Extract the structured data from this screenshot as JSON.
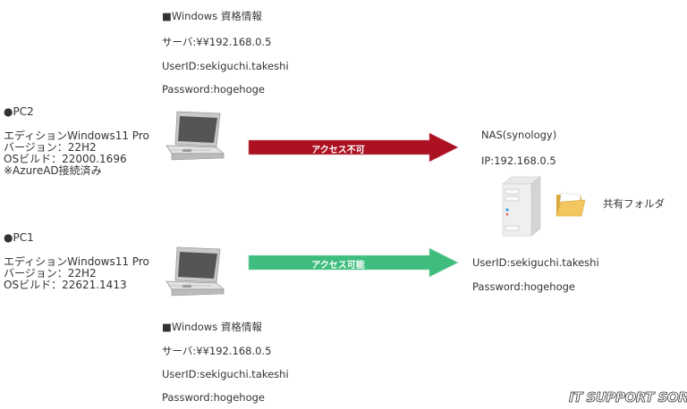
{
  "top_credentials": {
    "title": "■Windows 資格情報",
    "server": "サーバ:¥¥192.168.0.5",
    "user_id": "UserID:sekiguchi.takeshi",
    "password": "Password:hogehoge"
  },
  "bottom_credentials": {
    "title": "■Windows 資格情報",
    "server": "サーバ:¥¥192.168.0.5",
    "user_id": "UserID:sekiguchi.takeshi",
    "password": "Password:hogehoge"
  },
  "pc2": {
    "heading": "●PC2",
    "lines": [
      "エディションWindows11 Pro",
      "バージョン：22H2",
      "OSビルド：22000.1696",
      "※AzureAD接続済み"
    ],
    "icon": "laptop-icon"
  },
  "pc1": {
    "heading": "●PC1",
    "lines": [
      "エディションWindows11 Pro",
      "バージョン：22H2",
      "OSビルド：22621.1413"
    ],
    "icon": "laptop-icon"
  },
  "arrows": {
    "pc2_to_nas": {
      "label": "アクセス不可",
      "color": "#ab1121"
    },
    "pc1_to_nas": {
      "label": "アクセス可能",
      "color": "#3ebd7e"
    }
  },
  "nas": {
    "name": "NAS(synology)",
    "ip": "IP:192.168.0.5",
    "server_icon": "server-icon",
    "folder_icon": "folder-icon",
    "shared_folder_label": "共有フォルダ",
    "user_id": "UserID:sekiguchi.takeshi",
    "password": "Password:hogehoge"
  },
  "watermark": "IT SUPPORT SORA"
}
